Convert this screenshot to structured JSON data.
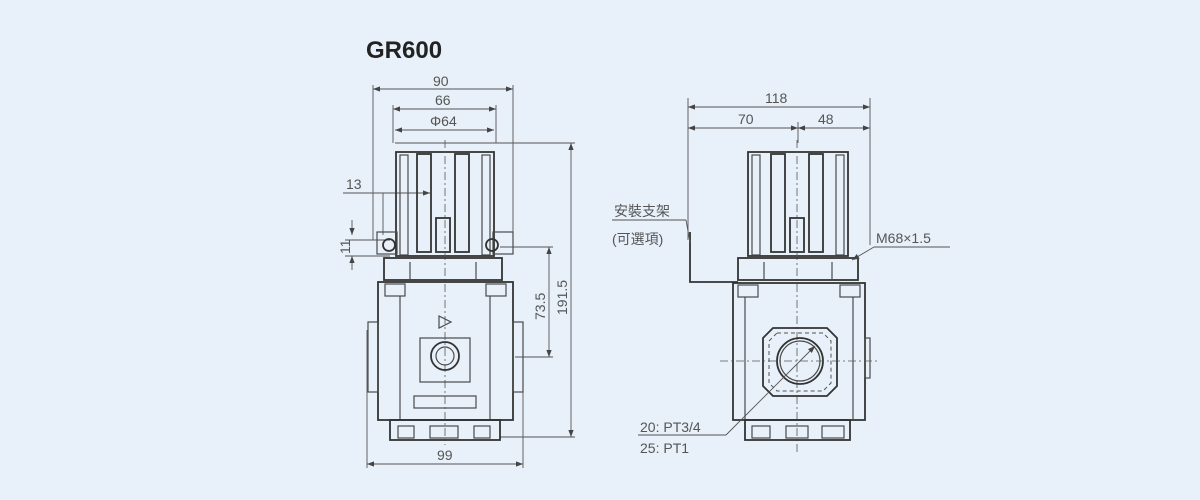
{
  "title": "GR600",
  "front_view": {
    "dims": {
      "overall_width": "90",
      "bowl_width": "66",
      "bowl_diameter": "Φ64",
      "offset": "13",
      "bracket_height": "11",
      "body_height": "73.5",
      "overall_height": "191.5",
      "base_width": "99"
    }
  },
  "side_view": {
    "dims": {
      "overall_depth": "118",
      "left_depth": "70",
      "right_depth": "48"
    },
    "labels": {
      "bracket_line1": "安裝支架",
      "bracket_line2": "(可選項)",
      "thread": "M68×1.5",
      "port_20": "20: PT3/4",
      "port_25": "25: PT1"
    }
  },
  "colors": {
    "background": "#e8f0f9",
    "line": "#4a4a4a"
  }
}
